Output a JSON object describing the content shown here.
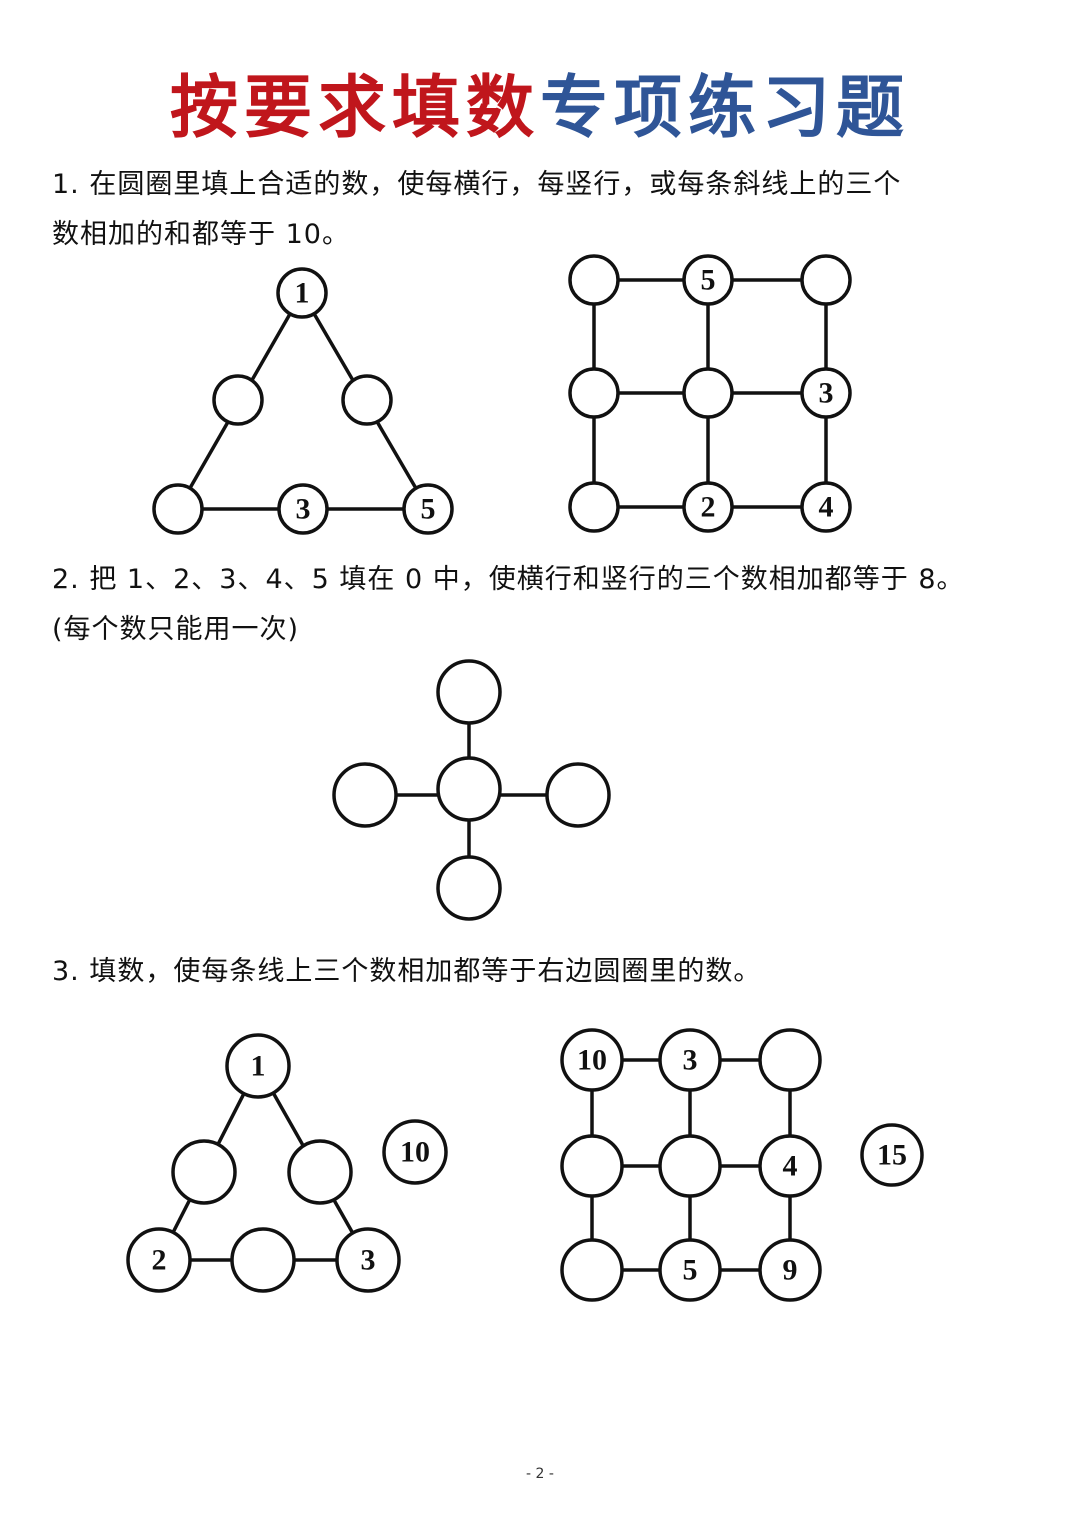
{
  "title": {
    "part_red": "按要求填数",
    "part_blue": "专项练习题"
  },
  "q1": {
    "text_line1": "1. 在圆圈里填上合适的数，使每横行，每竖行，或每条斜线上的三个",
    "text_line2": "数相加的和都等于 10。"
  },
  "q2": {
    "text_line1": "2. 把 1、2、3、4、5 填在 0 中，使横行和竖行的三个数相加都等于 8。",
    "text_line2": "(每个数只能用一次)"
  },
  "q3": {
    "text": "3. 填数，使每条线上三个数相加都等于右边圆圈里的数。"
  },
  "puzzles": {
    "q1_triangle": {
      "top": "1",
      "left_mid": "",
      "right_mid": "",
      "bottom_left": "",
      "bottom_mid": "3",
      "bottom_right": "5"
    },
    "q1_grid": [
      "",
      "5",
      "",
      "",
      "",
      "3",
      "",
      "2",
      "4"
    ],
    "q2_cross": {
      "top": "",
      "left": "",
      "center": "",
      "right": "",
      "bottom": ""
    },
    "q3_triangle": {
      "top": "1",
      "left_mid": "",
      "right_mid": "",
      "bottom_left": "2",
      "bottom_mid": "",
      "bottom_right": "3",
      "target": "10"
    },
    "q3_grid": {
      "cells": [
        "10",
        "3",
        "",
        "",
        "",
        "4",
        "",
        "5",
        "9"
      ],
      "target": "15"
    }
  },
  "footer": {
    "page": "- 2 -"
  }
}
